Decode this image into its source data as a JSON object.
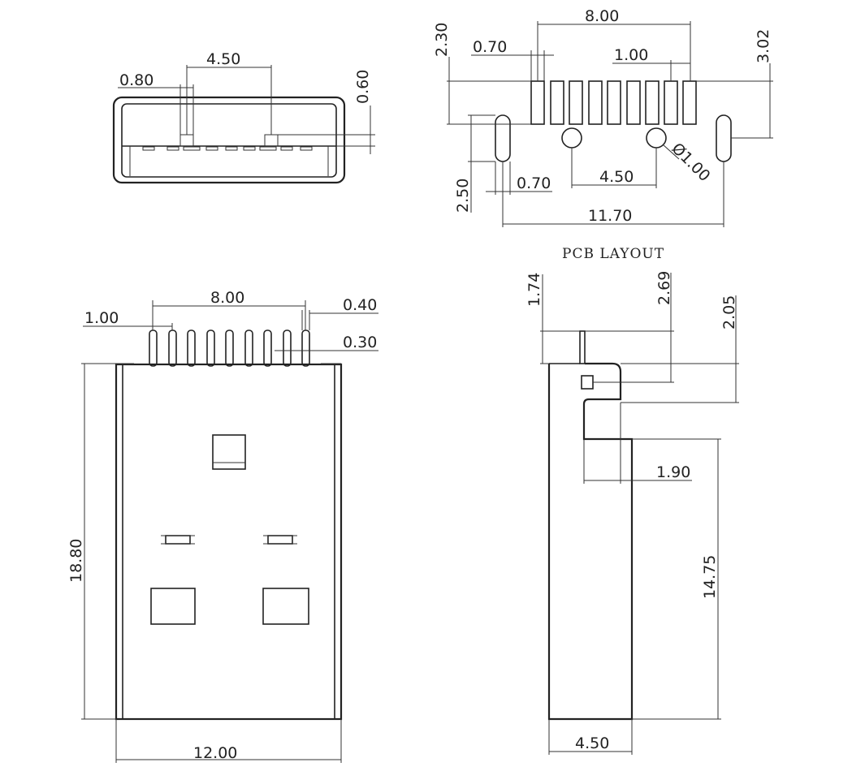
{
  "front_view": {
    "pitch_main": "4.50",
    "pin_width": "0.80",
    "shell_gap": "0.60"
  },
  "pcb_layout": {
    "title": "PCB LAYOUT",
    "span": "8.00",
    "pad_width": "0.70",
    "pitch": "1.00",
    "row_offset": "2.30",
    "hole_offset": "3.02",
    "slot_length": "2.50",
    "slot_width": "0.70",
    "hole_spacing": "4.50",
    "hole_dia": "Ø1.00",
    "total_width": "11.70"
  },
  "top_view": {
    "span": "8.00",
    "pitch": "1.00",
    "lead_width": "0.40",
    "lead_thickness": "0.30",
    "length": "18.80",
    "width": "12.00"
  },
  "side_view": {
    "pin_height": "1.74",
    "bend_height": "2.69",
    "tab_height": "2.05",
    "tab_width": "1.90",
    "body_length": "14.75",
    "body_width": "4.50"
  }
}
